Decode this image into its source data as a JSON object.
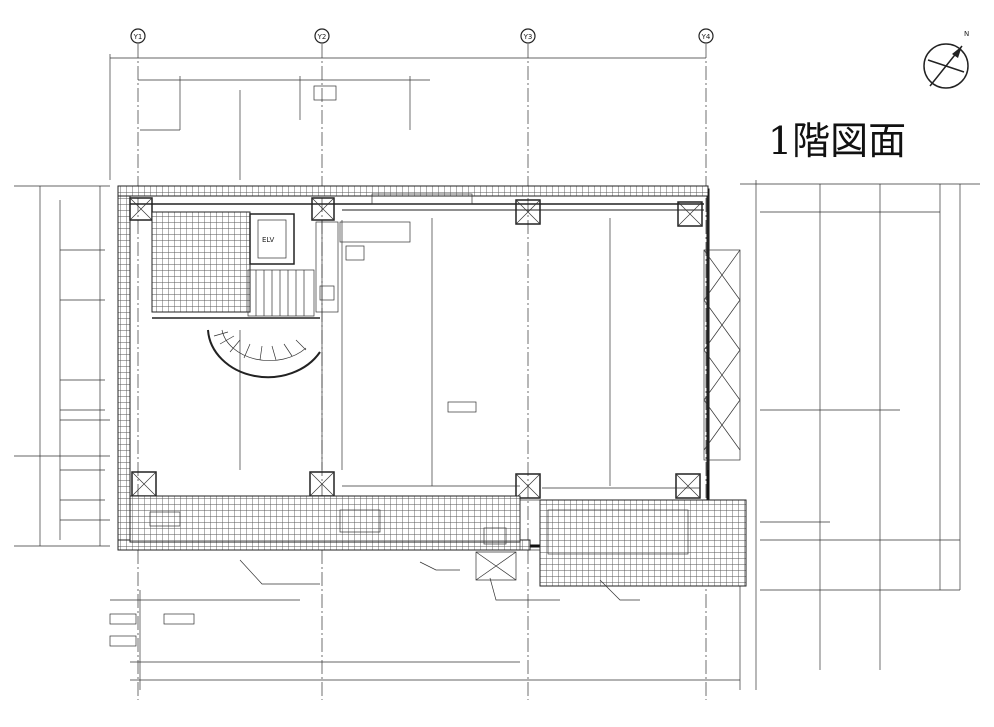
{
  "title": "1階図面",
  "grid_axes": [
    "Y1",
    "Y2",
    "Y3",
    "Y4"
  ],
  "labels": {
    "elevator": "ELV",
    "north": "N"
  }
}
